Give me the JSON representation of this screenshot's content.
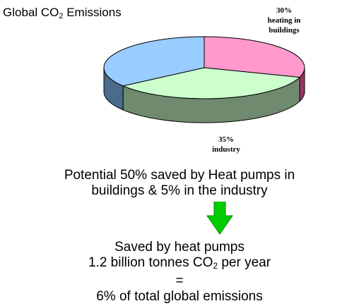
{
  "chart_data": {
    "type": "pie",
    "title_main": "Global CO",
    "title_sub": "2",
    "title_tail": " Emissions",
    "slices": [
      {
        "label": "heating in buildings",
        "percent": "30%",
        "value": 30,
        "color": "#ff99cc",
        "side": "#993366"
      },
      {
        "label": "industry",
        "percent": "35%",
        "value": 35,
        "color": "#ccffcc",
        "side": "#6f8a6f"
      },
      {
        "label": "",
        "percent": "",
        "value": 35,
        "color": "#99ccff",
        "side": "#4a6b8a"
      }
    ]
  },
  "text": {
    "potential_line1": "Potential 50% saved by Heat pumps in",
    "potential_line2": "buildings & 5% in the industry",
    "saved_line1": "Saved by heat pumps",
    "saved_line2_pre": "1.2 billion tonnes CO",
    "saved_line2_sub": "2",
    "saved_line2_post": " per year",
    "saved_line3": "=",
    "saved_line4": "6% of total global emissions"
  },
  "colors": {
    "arrow": "#00cc00"
  }
}
